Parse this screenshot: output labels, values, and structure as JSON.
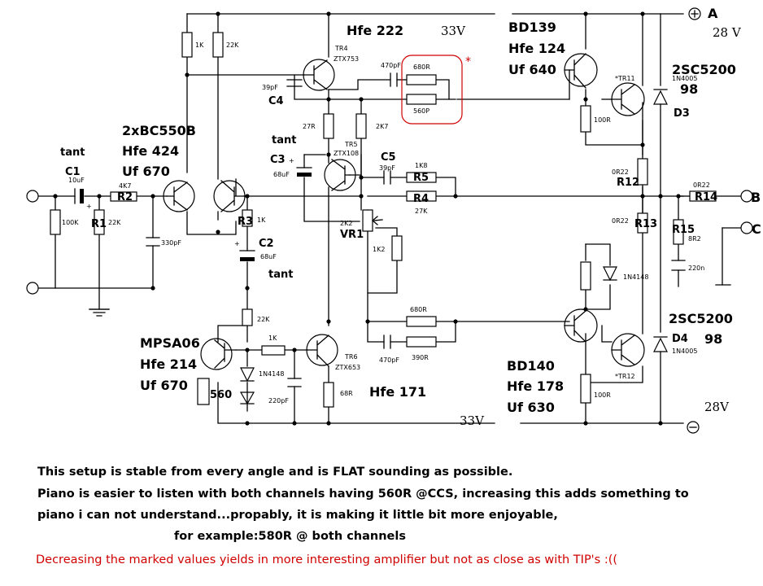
{
  "colors": {
    "ink": "#000000",
    "highlight": "#d00000",
    "background": "#ffffff"
  },
  "terminals": {
    "a": "A",
    "b": "B",
    "c": "C",
    "plus": "+",
    "minus": "-"
  },
  "rails": {
    "v33_top": "33V",
    "v33_bottom": "33V",
    "v28_top": "28 V",
    "v28_bottom": "28V"
  },
  "marker": "*",
  "resistors": {
    "r_1k_top": "1K",
    "r_22k_top": "22K",
    "r1": "R1",
    "r1_val": "22K",
    "r_100k": "100K",
    "r2": "R2",
    "r2_val": "4K7",
    "r27": "27R",
    "r2k7": "2K7",
    "r3": "R3",
    "r3_val": "1K",
    "r22k_ccs": "22K",
    "r1k_ccs": "1K",
    "r560": "560",
    "r68": "68R",
    "r680_top": "680R",
    "r560p": "560P",
    "r5": "R5",
    "r5_val": "1K8",
    "r4": "R4",
    "r4_val": "27K",
    "r1k2": "1K2",
    "vr1": "VR1",
    "vr1_val": "2K2",
    "r680_bot": "680R",
    "r390": "390R",
    "r100_top": "100R",
    "r100_bot": "100R",
    "r12": "R12",
    "r12_val": "0R22",
    "r13": "R13",
    "r13_val": "0R22",
    "r14": "R14",
    "r14_val": "0R22",
    "r15": "R15",
    "r15_val": "8R2"
  },
  "capacitors": {
    "c1": "C1",
    "c1_val": "10uF",
    "c1_note": "tant",
    "c330": "330pF",
    "c3": "C3",
    "c3_val": "68uF",
    "c3_note": "tant",
    "c2": "C2",
    "c2_val": "68uF",
    "c2_note": "tant",
    "c4": "C4",
    "c4_val": "39pF",
    "c470_top": "470pF",
    "c470_bot": "470pF",
    "c5": "C5",
    "c5_val": "39pF",
    "c220p": "220pF",
    "c220n": "220n"
  },
  "transistors": {
    "tr4": "TR4",
    "tr4_part": "ZTX753",
    "tr4_hfe": "Hfe 222",
    "tr5": "TR5",
    "tr5_part": "ZTX108",
    "tr6": "TR6",
    "tr6_part": "ZTX653",
    "tr6_hfe": "Hfe 171",
    "tr11": "*TR11",
    "tr12": "*TR12",
    "ltp_type": "2xBC550B",
    "ltp_hfe": "Hfe 424",
    "ltp_uf": "Uf 670",
    "ccs_type": "MPSA06",
    "ccs_hfe": "Hfe 214",
    "ccs_uf": "Uf 670",
    "driver_top": "BD139",
    "driver_top_hfe": "Hfe 124",
    "driver_top_uf": "Uf 640",
    "driver_bot": "BD140",
    "driver_bot_hfe": "Hfe 178",
    "driver_bot_uf": "Uf 630",
    "out_top": "2SC5200",
    "out_top_hfe": "98",
    "out_bot": "2SC5200",
    "out_bot_hfe": "98"
  },
  "diodes": {
    "d3": "D3",
    "d3_part": "1N4005",
    "d4": "D4",
    "d4_part": "1N4005",
    "d_vbe": "1N4148",
    "d_ccs": "1N4148"
  },
  "notes": {
    "line1": "This setup is stable from every angle and is FLAT sounding as possible.",
    "line2": "Piano is easier to listen with both channels having 560R @CCS, increasing this adds something to",
    "line3": "piano i can not understand...propably, it is making it little bit more enjoyable,",
    "line4": "for example:580R @ both channels",
    "red": "Decreasing the marked values yields in more interesting amplifier but not as close as with TIP's :(("
  }
}
